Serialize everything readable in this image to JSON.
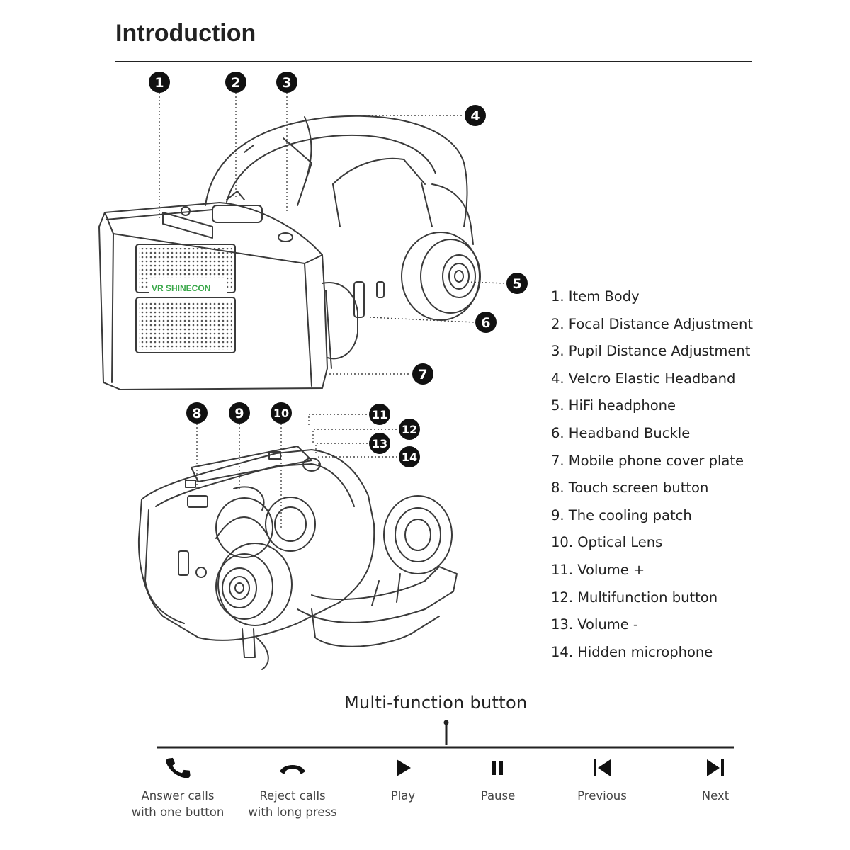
{
  "header": {
    "title": "Introduction"
  },
  "badges": [
    "1",
    "2",
    "3",
    "4",
    "5",
    "6",
    "7",
    "8",
    "9",
    "10",
    "11",
    "12",
    "13",
    "14"
  ],
  "legend": [
    "1. Item Body",
    "2. Focal Distance Adjustment",
    "3. Pupil Distance Adjustment",
    "4. Velcro Elastic Headband",
    "5. HiFi headphone",
    "6. Headband Buckle",
    "7. Mobile phone cover plate",
    "8. Touch screen button",
    "9. The cooling patch",
    "10. Optical Lens",
    "11. Volume +",
    "12. Multifunction button",
    "13. Volume -",
    "14. Hidden microphone"
  ],
  "device": {
    "brand_label": "VR SHINECON"
  },
  "multifunction": {
    "title": "Multi-function button",
    "functions": [
      {
        "label": "Answer calls\nwith one button",
        "icon": "phone-answer-icon"
      },
      {
        "label": "Reject calls\nwith long press",
        "icon": "phone-reject-icon"
      },
      {
        "label": "Play",
        "icon": "play-icon"
      },
      {
        "label": "Pause",
        "icon": "pause-icon"
      },
      {
        "label": "Previous",
        "icon": "previous-icon"
      },
      {
        "label": "Next",
        "icon": "next-icon"
      }
    ]
  },
  "colors": {
    "ink": "#1a1a1a",
    "brand_green": "#3aa84a",
    "badge": "#111111"
  }
}
